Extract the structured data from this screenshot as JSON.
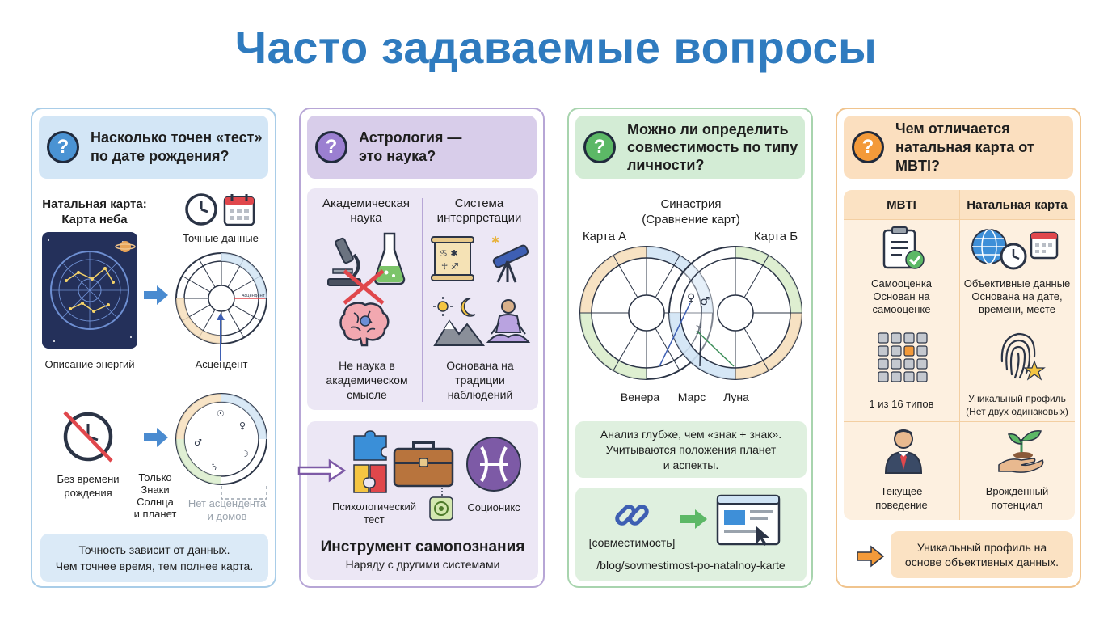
{
  "page_title": "Часто задаваемые вопросы",
  "card1": {
    "question": "Насколько точен «тест» по дате рождения?",
    "natal_label": "Натальная карта:\nКарта неба",
    "exact_data": "Точные данные",
    "energy_desc": "Описание энергий",
    "ascendant": "Асцендент",
    "no_time": "Без времени\nрождения",
    "only_signs": "Только\nЗнаки\nСолнца\nи планет",
    "no_asc": "Нет асцендента\nи домов",
    "footer": "Точность зависит от данных.\nЧем точнее время, тем полнее карта."
  },
  "card2": {
    "question": "Астрология —\nэто наука?",
    "academic": "Академическая\nнаука",
    "interp_system": "Система\nинтерпретации",
    "not_science": "Не наука в\nакадемическом\nсмысле",
    "tradition": "Основана на\nтрадиции\nнаблюдений",
    "psych_test": "Психологический\nтест",
    "socionics": "Соционикс",
    "tool_title": "Инструмент самопознания",
    "tool_sub": "Наряду с другими системами"
  },
  "card3": {
    "question": "Можно ли определить\nсовместимость по типу\nличности?",
    "synastry": "Синастрия\n(Сравнение карт)",
    "chart_a": "Карта А",
    "chart_b": "Карта Б",
    "venus": "Венера",
    "mars": "Марс",
    "moon": "Луна",
    "analysis": "Анализ глубже, чем «знак + знак».\nУчитываются положения планет\nи аспекты.",
    "link_label": "[совместимость]",
    "url": "/blog/sovmestimost-po-natalnoy-karte"
  },
  "card4": {
    "question": "Чем отличается\nнатальная карта от MBTI?",
    "col_mbti": "MBTI",
    "col_natal": "Натальная карта",
    "row1_left": "Самооценка\nОснован на\nсамооценке",
    "row1_right": "Объективные данные\nОснована на дате,\nвремени, месте",
    "row2_left": "1 из 16 типов",
    "row2_right": "Уникальный профиль\n(Нет двух одинаковых)",
    "row3_left": "Текущее\nповедение",
    "row3_right": "Врождённый\nпотенциал",
    "footer": "Уникальный профиль на\nоснове объективных данных."
  },
  "icons": [
    "question-icon",
    "clock-icon",
    "calendar-icon",
    "star-map-icon",
    "zodiac-wheel-icon",
    "arrow-right-icon",
    "crossed-clock-icon",
    "microscope-icon",
    "flask-icon",
    "brain-icon",
    "scroll-icon",
    "telescope-icon",
    "sun-moon-icon",
    "meditation-icon",
    "puzzle-icon",
    "briefcase-icon",
    "pisces-icon",
    "chain-link-icon",
    "browser-icon",
    "clipboard-icon",
    "globe-icon",
    "grid-icon",
    "fingerprint-icon",
    "person-icon",
    "sprout-hand-icon"
  ],
  "colors": {
    "title": "#2f7bbf",
    "blue": "#a9cde8",
    "purple": "#b7a6d6",
    "green": "#a8d4ae",
    "orange": "#f0c48e",
    "arrow": "#4a8bd0",
    "cross": "#e0474c"
  }
}
